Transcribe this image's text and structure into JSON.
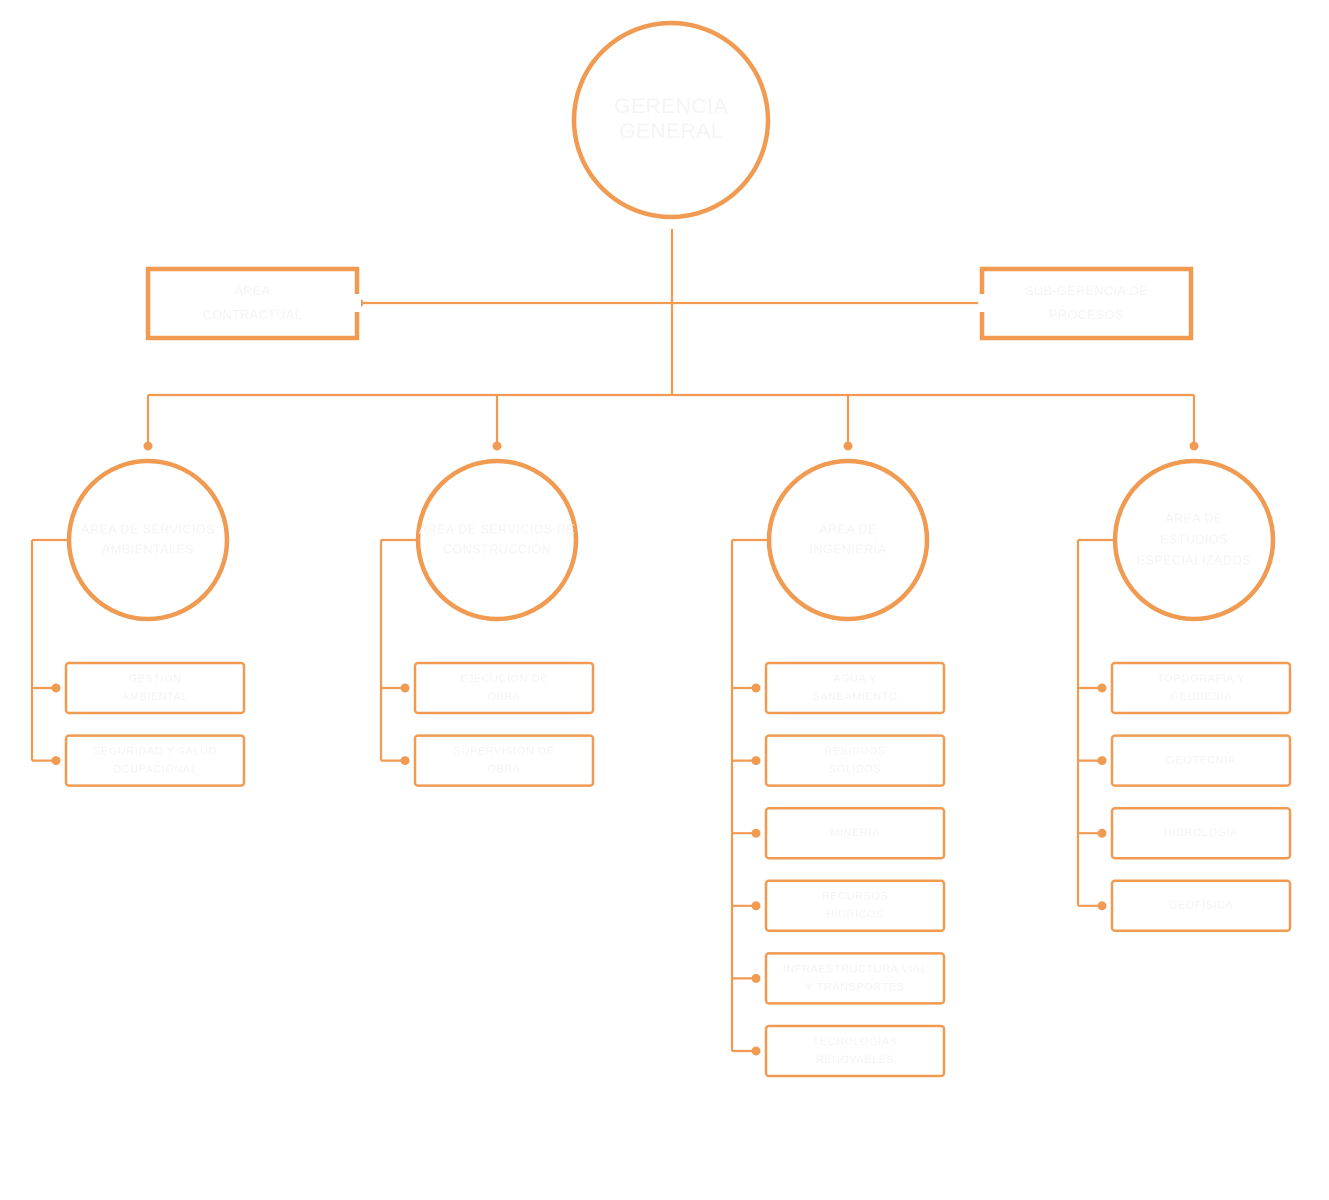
{
  "diagram": {
    "colors": {
      "accent": "#f09a52",
      "text": "#f4f4f4",
      "background": "#ffffff"
    },
    "root": {
      "label": [
        "GERENCIA",
        "GENERAL"
      ]
    },
    "staff": [
      {
        "label": [
          "ÁREA",
          "CONTRACTUAL"
        ],
        "side": "left"
      },
      {
        "label": [
          "SUB-GERENCIA DE",
          "PROCESOS"
        ],
        "side": "right"
      }
    ],
    "areas": [
      {
        "label": [
          "ÁREA DE SERVICIOS",
          "AMBIENTALES"
        ],
        "units": [
          [
            "GESTIÓN",
            "AMBIENTAL"
          ],
          [
            "SEGURIDAD Y SALUD",
            "OCUPACIONAL"
          ]
        ]
      },
      {
        "label": [
          "ÁREA DE SERVICIOS DE",
          "CONSTRUCCIÓN"
        ],
        "units": [
          [
            "EJECUCIÓN DE",
            "OBRA"
          ],
          [
            "SUPERVISIÓN DE",
            "OBRA"
          ]
        ]
      },
      {
        "label": [
          "ÁREA DE",
          "INGENIERÍA"
        ],
        "units": [
          [
            "AGUA Y",
            "SANEAMIENTO"
          ],
          [
            "RESIDUOS",
            "SÓLIDOS"
          ],
          [
            "MINERIA"
          ],
          [
            "RECURSOS",
            "HÍDRICOS"
          ],
          [
            "INFRAESTRUCTURA VIAL",
            "Y TRANSPORTES"
          ],
          [
            "TECNOLOGIAS",
            "RENOVABLES"
          ]
        ]
      },
      {
        "label": [
          "ÁREA DE",
          "ESTUDIOS",
          "ESPECIALIZADOS"
        ],
        "units": [
          [
            "TOPOGRAFÍA Y",
            "GEODESIA"
          ],
          [
            "GEOTECNIA"
          ],
          [
            "HIDROLOGÍA"
          ],
          [
            "GEOFÍSICA"
          ]
        ]
      }
    ]
  }
}
